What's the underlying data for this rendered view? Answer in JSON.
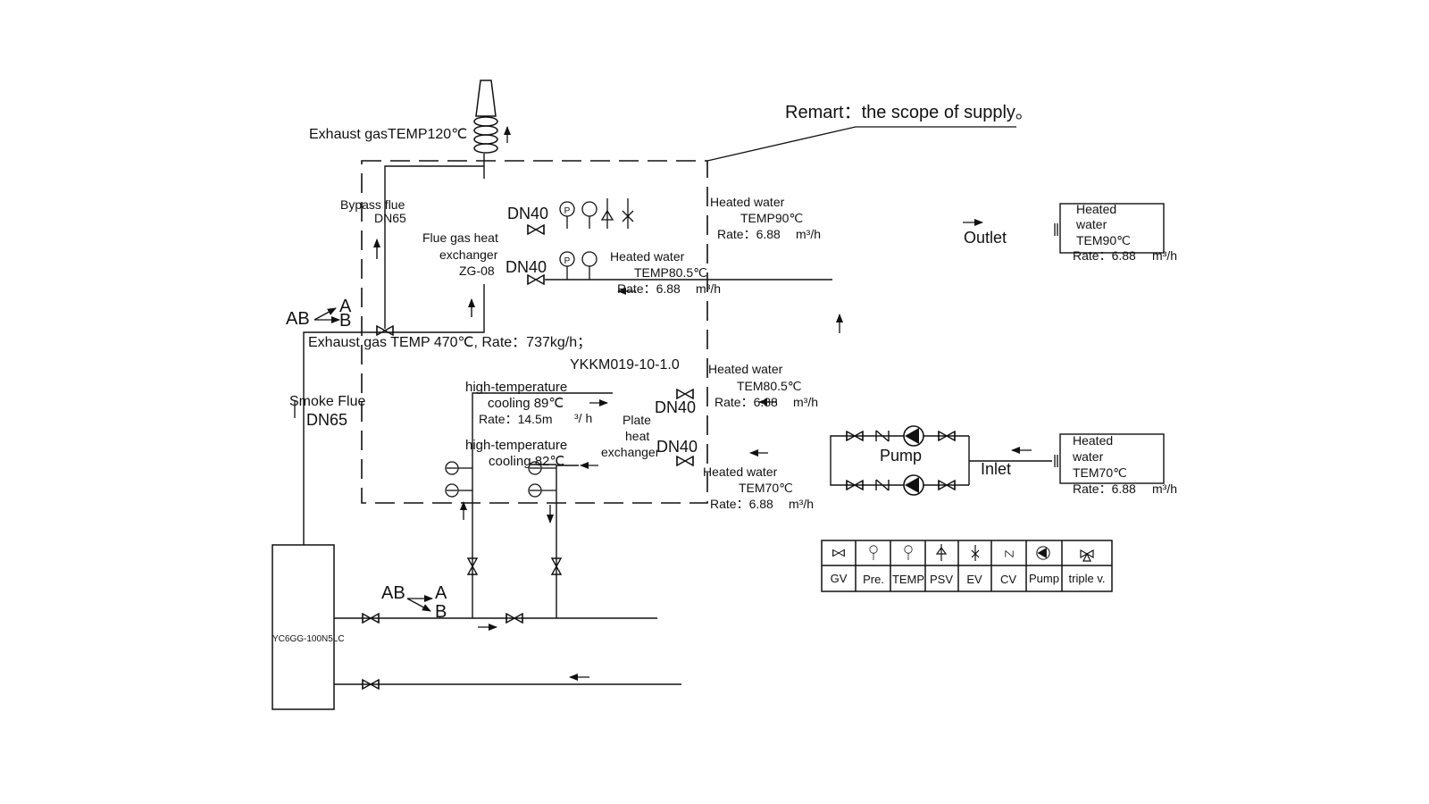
{
  "remark": "Remart：the scope of supply。",
  "exhaust_top": "Exhaust gasTEMP120℃",
  "bypass": {
    "line1": "Bypass flue",
    "line2": "DN65"
  },
  "flue_hx": {
    "line1": "Flue gas heat",
    "line2": "exchanger",
    "line3": "ZG-08"
  },
  "dn40": "DN40",
  "valve_ab": {
    "ab": "AB",
    "a": "A",
    "b": "B"
  },
  "exhaust_in": "Exhaust gas TEMP 470℃, Rate：737kg/h；",
  "model": "YKKM019-10-1.0",
  "smoke_flue": {
    "line1": "Smoke Flue",
    "line2": "DN65"
  },
  "ht_cooling_out": {
    "line1": "high-temperature",
    "line2": "cooling  89℃",
    "line3": "Rate：14.5m",
    "unit": "³/ h"
  },
  "ht_cooling_in": {
    "line1": "high-temperature",
    "line2": "cooling  82℃"
  },
  "plate_hx": {
    "line1": "Plate",
    "line2": "heat",
    "line3": "exchanger"
  },
  "hw_top": {
    "line1": "Heated  water",
    "line2": "TEMP90℃",
    "line3": "Rate：6.88",
    "unit": "m³/h"
  },
  "hw_mid": {
    "line1": "Heated  water",
    "line2": "TEMP80.5℃",
    "line3": "Rate：6.88",
    "unit": "m³/h"
  },
  "hw_mid2": {
    "line1": "Heated  water",
    "line2": "TEM80.5℃",
    "line3": "Rate：6.88",
    "unit": "m³/h"
  },
  "hw_low": {
    "line1": "Heated  water",
    "line2": "TEM70℃",
    "line3": "Rate：6.88",
    "unit": "m³/h"
  },
  "outlet": "Outlet",
  "inlet": "Inlet",
  "pump": "Pump",
  "box_out": {
    "line1": "Heated",
    "line2": "water",
    "line3": "TEM90℃",
    "line4": "Rate：6.88",
    "unit": "m³/h"
  },
  "box_in": {
    "line1": "Heated",
    "line2": "water",
    "line3": "TEM70℃",
    "line4": "Rate：6.88",
    "unit": "m³/h"
  },
  "engine": "YC6GG-100N5LC",
  "legend": [
    {
      "label": "GV",
      "icon": "gate-valve-icon"
    },
    {
      "label": "Pre.",
      "icon": "pressure-gauge-icon"
    },
    {
      "label": "TEMP",
      "icon": "thermometer-icon"
    },
    {
      "label": "PSV",
      "icon": "safety-valve-icon"
    },
    {
      "label": "EV",
      "icon": "exhaust-valve-icon"
    },
    {
      "label": "CV",
      "icon": "check-valve-icon"
    },
    {
      "label": "Pump",
      "icon": "pump-icon"
    },
    {
      "label": "triple v.",
      "icon": "triple-valve-icon"
    }
  ]
}
